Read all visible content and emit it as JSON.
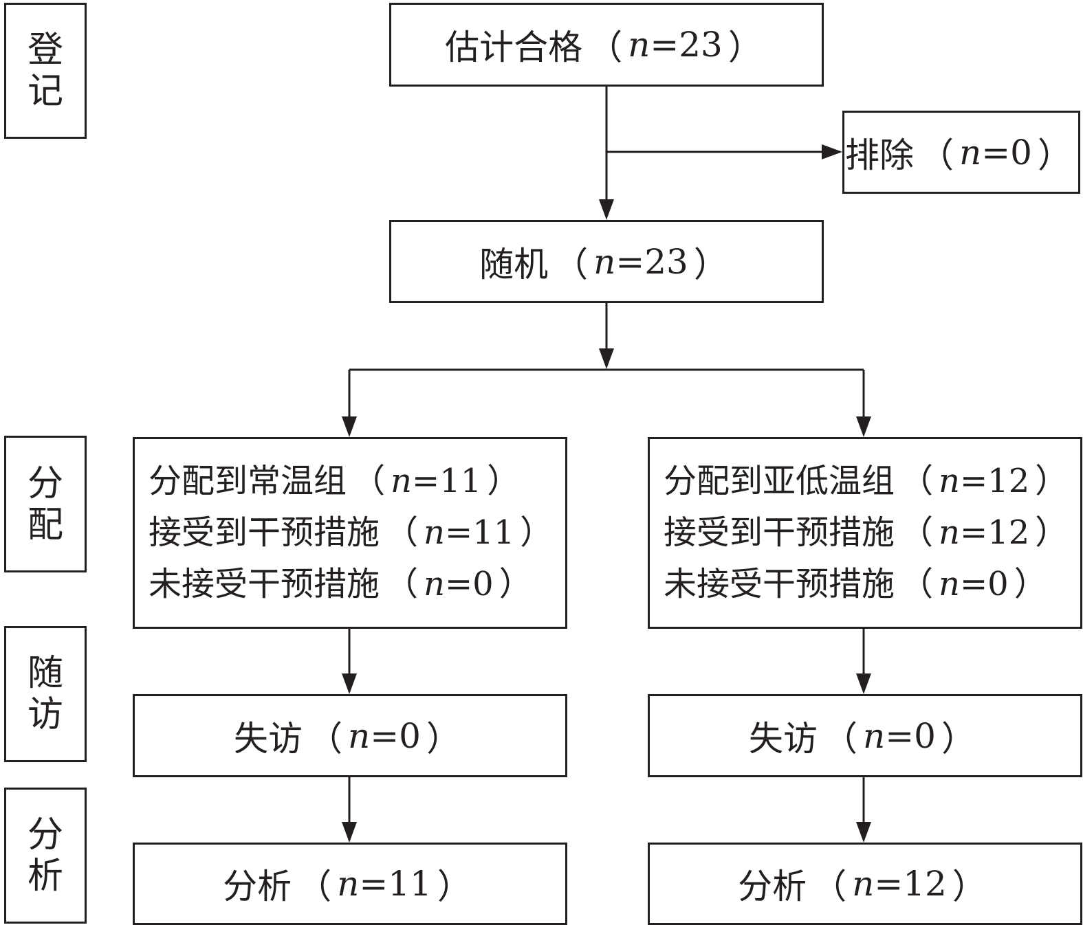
{
  "stages": {
    "enrollment": [
      "登",
      "记"
    ],
    "allocation": [
      "分",
      "配"
    ],
    "followup": [
      "随",
      "访"
    ],
    "analysis": [
      "分",
      "析"
    ]
  },
  "nodes": {
    "eligibility": {
      "label": "估计合格",
      "n": "23"
    },
    "excluded": {
      "label": "排除",
      "n": "0"
    },
    "randomized": {
      "label": "随机",
      "n": "23"
    },
    "left_alloc": [
      {
        "label": "分配到常温组",
        "n": "11"
      },
      {
        "label": "接受到干预措施",
        "n": "11"
      },
      {
        "label": "未接受干预措施",
        "n": "0"
      }
    ],
    "right_alloc": [
      {
        "label": "分配到亚低温组",
        "n": "12"
      },
      {
        "label": "接受到干预措施",
        "n": "12"
      },
      {
        "label": "未接受干预措施",
        "n": "0"
      }
    ],
    "left_lost": {
      "label": "失访",
      "n": "0"
    },
    "right_lost": {
      "label": "失访",
      "n": "0"
    },
    "left_analysis": {
      "label": "分析",
      "n": "11"
    },
    "right_analysis": {
      "label": "分析",
      "n": "12"
    }
  },
  "common": {
    "n_prefix": "n=",
    "open": "（",
    "close": "）"
  }
}
